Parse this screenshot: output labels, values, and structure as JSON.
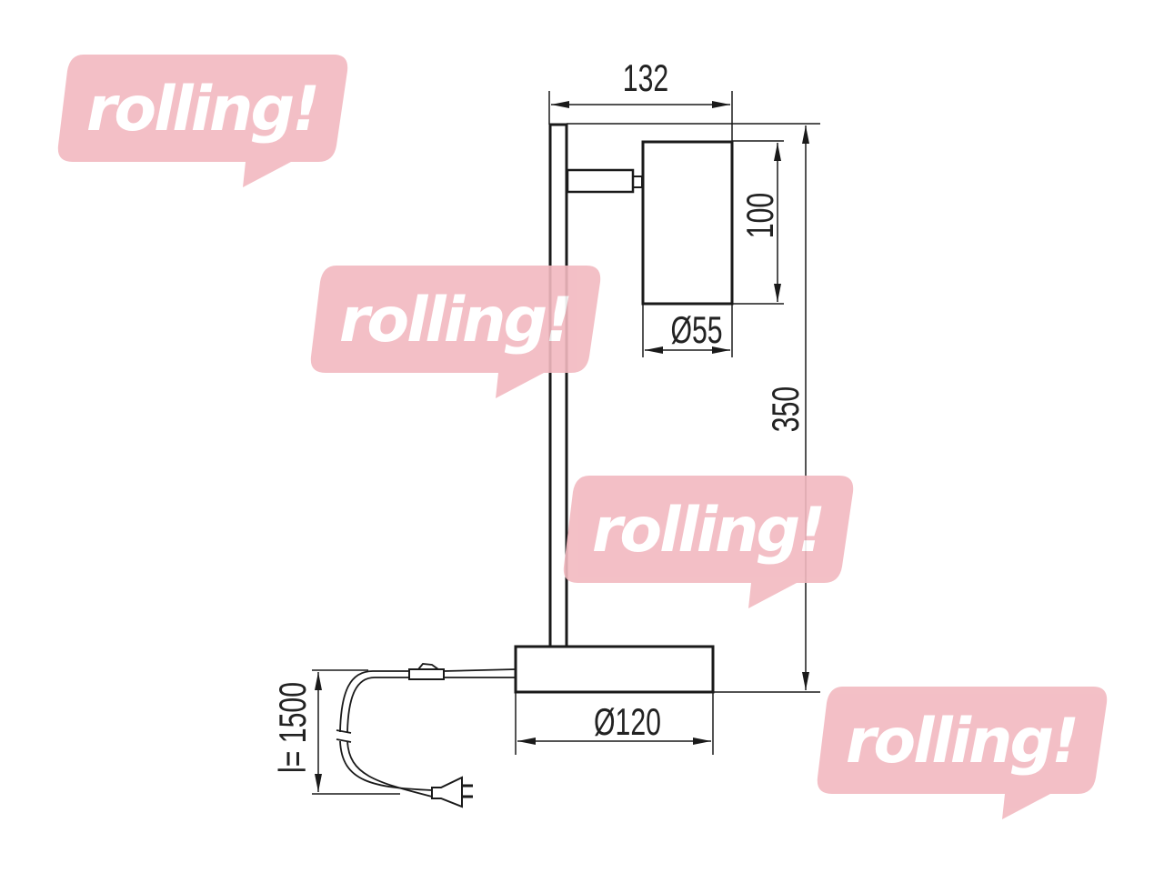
{
  "drawing": {
    "dimensions": {
      "arm_reach": "132",
      "head_height": "100",
      "head_diameter": "Ø55",
      "total_height": "350",
      "base_diameter": "Ø120",
      "cord_length": "l= 1500"
    }
  },
  "watermark": {
    "text": "rolling!",
    "color": "#f2b9c0"
  }
}
